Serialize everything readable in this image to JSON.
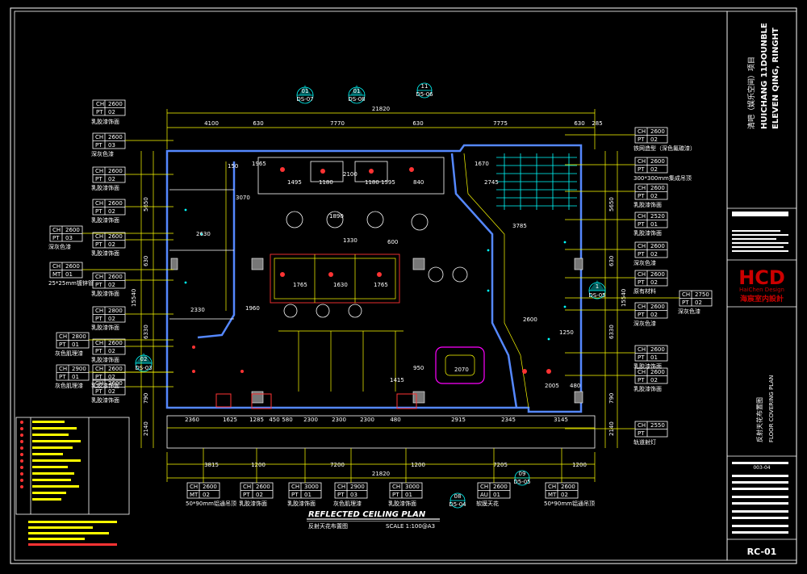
{
  "drawing": {
    "title_en": "REFLECTED CEILING PLAN",
    "title_cn": "反射天花布置图",
    "scale": "SCALE 1:100@A3"
  },
  "title_block": {
    "project_cn": "清吧（娱乐空间）项目",
    "project_en_1": "HUICHANG 11DOUNBLE",
    "project_en_2": "ELEVEN QING, RINGHT",
    "logo_main": "HCD",
    "logo_sub": "HaiChen Design",
    "logo_cn": "海宸室内設計",
    "sheet_title_cn": "反射天花布置图",
    "sheet_title_en": "FLOOR COVERING PLAN",
    "sheet_code": "003-04",
    "drawing_no": "RC-01"
  },
  "section_markers": [
    {
      "id": "DS-07",
      "num": "01"
    },
    {
      "id": "DS-08",
      "num": "01"
    },
    {
      "id": "DS-03",
      "num": "02"
    },
    {
      "id": "DS-05",
      "num": "1"
    }
  ],
  "detail_markers": [
    {
      "top": "11",
      "bottom": "D5-06"
    },
    {
      "top": "08",
      "bottom": "D5-04"
    },
    {
      "top": "09",
      "bottom": "D5-05"
    }
  ],
  "dimensions": {
    "top_total": "21820",
    "top_segments": [
      "4100",
      "630",
      "7770",
      "630",
      "7775",
      "630",
      "285"
    ],
    "bottom_total": "21820",
    "bottom_segments": [
      "3815",
      "1200",
      "7200",
      "1200",
      "7205",
      "1200"
    ],
    "bottom_row": [
      "2360",
      "1625",
      "1285",
      "450",
      "580",
      "2300",
      "2300",
      "2300",
      "480",
      "2915",
      "2345",
      "3145"
    ],
    "left_vertical": [
      "5650",
      "630",
      "15540",
      "6330",
      "790",
      "2140"
    ],
    "right_vertical": [
      "5650",
      "630",
      "15540",
      "6330",
      "790",
      "2140"
    ],
    "interior": [
      "1965",
      "1495",
      "1180",
      "2100",
      "1180",
      "1595",
      "840",
      "1670",
      "2745",
      "3785",
      "2630",
      "3070",
      "1890",
      "1765",
      "1630",
      "1765",
      "2330",
      "1960",
      "2600",
      "1250",
      "950",
      "2070",
      "1415",
      "2005",
      "480",
      "150",
      "1330",
      "600"
    ]
  },
  "left_tags": [
    {
      "ch": "2600",
      "pt": "02",
      "label": "乳胶漆饰面"
    },
    {
      "ch": "2600",
      "pt": "03",
      "label": "深灰色漆"
    },
    {
      "ch": "2600",
      "pt": "02",
      "label": "乳胶漆饰面"
    },
    {
      "ch": "2600",
      "pt": "02",
      "label": "乳胶漆饰面"
    },
    {
      "ch": "2600",
      "pt": "03",
      "label": "深灰色漆"
    },
    {
      "ch": "2600",
      "pt": "02",
      "label": "乳胶漆饰面"
    },
    {
      "ch": "2600",
      "mt": "01",
      "label": "25*25mm镀锌管"
    },
    {
      "ch": "2600",
      "pt": "02",
      "label": "乳胶漆饰面"
    },
    {
      "ch": "2800",
      "pt": "02",
      "label": "乳胶漆饰面"
    },
    {
      "ch": "2600",
      "pt": "02",
      "label": "乳胶漆饰面"
    },
    {
      "ch": "2800",
      "pt": "01",
      "label": "灰色肌理漆"
    },
    {
      "ch": "2600",
      "pt": "02",
      "label": "乳胶漆饰面"
    },
    {
      "ch": "2900",
      "pt": "01",
      "label": "灰色肌理漆"
    },
    {
      "ch": "2600",
      "pt": "02",
      "label": "乳胶漆饰面"
    }
  ],
  "top_tags": [
    {
      "ch": "2600",
      "pt": "02",
      "label": "乳胶漆饰面"
    }
  ],
  "right_tags": [
    {
      "ch": "2600",
      "pt": "02",
      "label": "铁网造型（深色氟碳漆）"
    },
    {
      "ch": "2600",
      "pt": "02",
      "label": "300*300mm集成吊顶"
    },
    {
      "ch": "2600",
      "pt": "02",
      "label": "乳胶漆饰面"
    },
    {
      "ch": "2520",
      "pt": "01",
      "label": "乳胶漆饰面"
    },
    {
      "ch": "2600",
      "pt": "02",
      "label": "深灰色漆"
    },
    {
      "ch": "2600",
      "pt": "02",
      "label": "原有材料"
    },
    {
      "ch": "2750",
      "pt": "02",
      "label": "深灰色漆"
    },
    {
      "ch": "2600",
      "pt": "02",
      "label": "深灰色漆"
    },
    {
      "ch": "2600",
      "pt": "01",
      "label": "乳胶漆饰面"
    },
    {
      "ch": "2600",
      "pt": "02",
      "label": "乳胶漆饰面"
    },
    {
      "ch": "2550",
      "pt": "",
      "label": "轨道射灯"
    }
  ],
  "bottom_tags": [
    {
      "ch": "2600",
      "mt": "02",
      "label": "50*90mm铝通吊顶"
    },
    {
      "ch": "2600",
      "pt": "02",
      "label": "乳胶漆饰面"
    },
    {
      "ch": "3000",
      "pt": "01",
      "label": "乳胶漆饰面"
    },
    {
      "ch": "2900",
      "pt": "03",
      "label": "灰色肌理漆"
    },
    {
      "ch": "3000",
      "pt": "01",
      "label": "乳胶漆饰面"
    },
    {
      "ch": "2600",
      "au": "01",
      "label": "软膜天花"
    },
    {
      "ch": "2600",
      "mt": "02",
      "label": "50*90mm铝通吊顶"
    }
  ],
  "colors": {
    "background": "#000000",
    "linework": "#ffffff",
    "annotation": "#ffff00",
    "walls": "#5577ff",
    "feature": "#ff33ff",
    "accent": "#00ffff",
    "logo_red": "#cc0000"
  }
}
